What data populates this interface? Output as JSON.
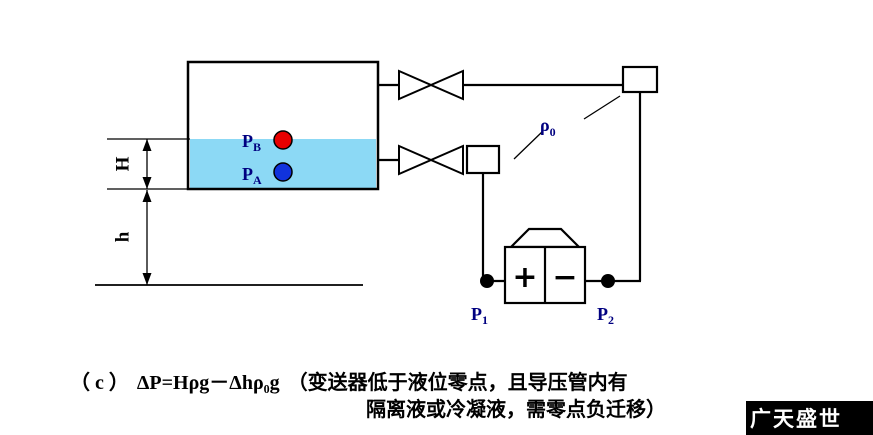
{
  "diagram": {
    "colors": {
      "liquid": "#8CD9F5",
      "point_b_fill": "#E80000",
      "point_a_fill": "#1133DD",
      "label_color": "#000080"
    },
    "labels": {
      "pb_base": "P",
      "pb_sub": "B",
      "pa_base": "P",
      "pa_sub": "A",
      "p1_base": "P",
      "p1_sub": "1",
      "p2_base": "P",
      "p2_sub": "2",
      "rho_base": "ρ",
      "rho_sub": "0",
      "dim_upper": "H",
      "dim_lower": "h",
      "transmitter_plus": "+",
      "transmitter_minus": "−"
    }
  },
  "caption": {
    "index": "（ c ）",
    "formula": "ΔP=Hρg－Δhρ₀g",
    "note_line1": "（变送器低于液位零点，且导压管内有",
    "note_line2": "隔离液或冷凝液，需零点负迁移）"
  },
  "watermark": {
    "text": "广天盛世"
  }
}
